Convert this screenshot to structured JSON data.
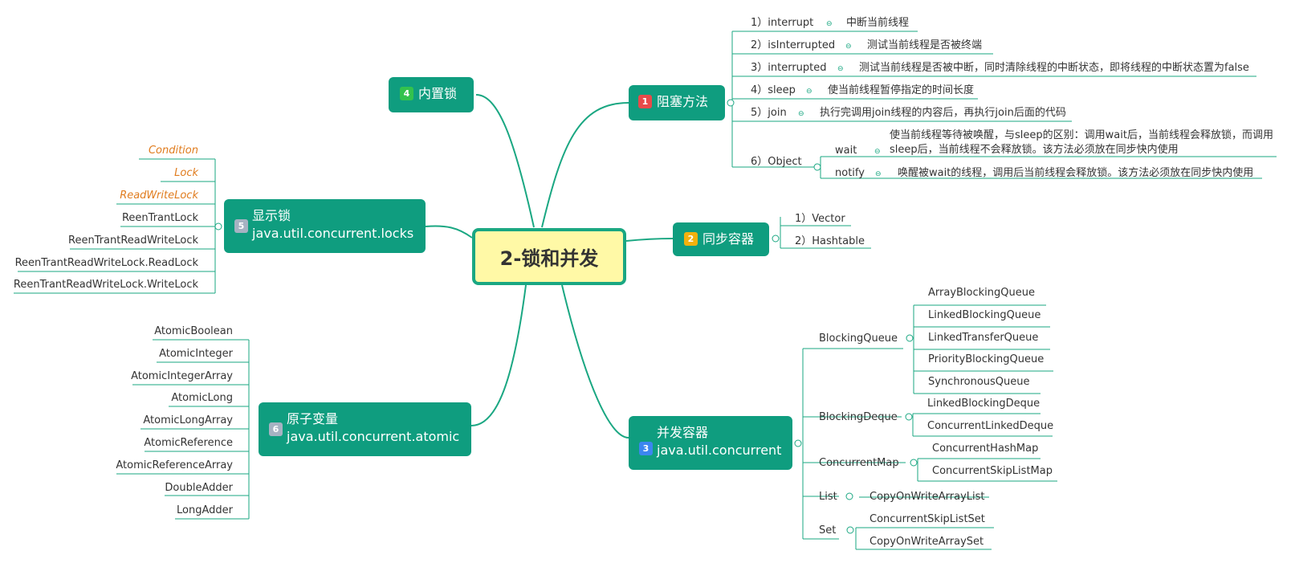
{
  "central": {
    "title": "2-锁和并发"
  },
  "branches": {
    "blocking": {
      "badge": "1",
      "label": "阻塞方法",
      "items": [
        {
          "name": "1）interrupt",
          "desc": "中断当前线程"
        },
        {
          "name": "2）isInterrupted",
          "desc": "测试当前线程是否被终端"
        },
        {
          "name": "3）interrupted",
          "desc": "测试当前线程是否被中断，同时清除线程的中断状态，即将线程的中断状态置为false"
        },
        {
          "name": "4）sleep",
          "desc": "使当前线程暂停指定的时间长度"
        },
        {
          "name": "5）join",
          "desc": "执行完调用join线程的内容后，再执行join后面的代码"
        },
        {
          "name": "6）Object"
        }
      ],
      "object_children": [
        {
          "name": "wait",
          "desc_line1": "使当前线程等待被唤醒，与sleep的区别：调用wait后，当前线程会释放锁，而调用",
          "desc_line2": "sleep后，当前线程不会释放锁。该方法必须放在同步快内使用"
        },
        {
          "name": "notify",
          "desc": "唤醒被wait的线程，调用后当前线程会释放锁。该方法必须放在同步快内使用"
        }
      ]
    },
    "sync_containers": {
      "badge": "2",
      "label": "同步容器",
      "items": [
        "1）Vector",
        "2）Hashtable"
      ]
    },
    "concurrent_containers": {
      "badge": "3",
      "line1": "并发容器",
      "line2": "java.util.concurrent",
      "groups": [
        {
          "name": "BlockingQueue",
          "items": [
            "ArrayBlockingQueue",
            "LinkedBlockingQueue",
            "LinkedTransferQueue",
            "PriorityBlockingQueue",
            "SynchronousQueue"
          ]
        },
        {
          "name": "BlockingDeque",
          "items": [
            "LinkedBlockingDeque",
            "ConcurrentLinkedDeque"
          ]
        },
        {
          "name": "ConcurrentMap",
          "items": [
            "ConcurrentHashMap",
            "ConcurrentSkipListMap"
          ]
        },
        {
          "name": "List",
          "items": [
            "CopyOnWriteArrayList"
          ]
        },
        {
          "name": "Set",
          "items": [
            "ConcurrentSkipListSet",
            "CopyOnWriteArraySet"
          ]
        }
      ]
    },
    "builtin_lock": {
      "badge": "4",
      "label": "内置锁"
    },
    "explicit_lock": {
      "badge": "5",
      "line1": "显示锁",
      "line2": "java.util.concurrent.locks",
      "items": [
        {
          "text": "Condition",
          "style": "orange"
        },
        {
          "text": "Lock",
          "style": "orange"
        },
        {
          "text": "ReadWriteLock",
          "style": "orange"
        },
        {
          "text": "ReenTrantLock",
          "style": "normal"
        },
        {
          "text": "ReenTrantReadWriteLock",
          "style": "normal"
        },
        {
          "text": "ReenTrantReadWriteLock.ReadLock",
          "style": "normal"
        },
        {
          "text": "ReenTrantReadWriteLock.WriteLock",
          "style": "normal"
        }
      ]
    },
    "atomic": {
      "badge": "6",
      "line1": "原子变量",
      "line2": "java.util.concurrent.atomic",
      "items": [
        "AtomicBoolean",
        "AtomicInteger",
        "AtomicIntegerArray",
        "AtomicLong",
        "AtomicLongArray",
        "AtomicReference",
        "AtomicReferenceArray",
        "DoubleAdder",
        "LongAdder"
      ]
    }
  },
  "colors": {
    "node": "#0f9d7f",
    "connector": "#1aa782",
    "central_fill": "#fff9a6",
    "orange_text": "#e07c1e"
  }
}
